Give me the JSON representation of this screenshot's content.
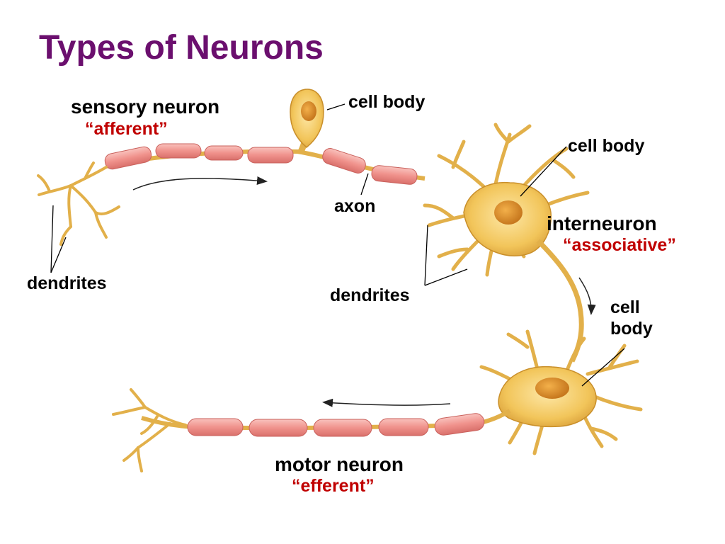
{
  "title": "Types of Neurons",
  "labels": {
    "sensory_neuron": "sensory neuron",
    "afferent": "“afferent”",
    "cell_body_top": "cell body",
    "cell_body_inter": "cell body",
    "axon": "axon",
    "interneuron": "interneuron",
    "associative": "“associative”",
    "dendrites_left": "dendrites",
    "dendrites_middle": "dendrites",
    "cell_body_motor_line1": "cell",
    "cell_body_motor_line2": "body",
    "motor_neuron": "motor neuron",
    "efferent": "“efferent”"
  },
  "colors": {
    "title": "#6b0f6e",
    "emphasis": "#c00000",
    "neuron_body": "#f2c55a",
    "neuron_outline": "#c98f2a",
    "myelin": "#f0928c"
  }
}
